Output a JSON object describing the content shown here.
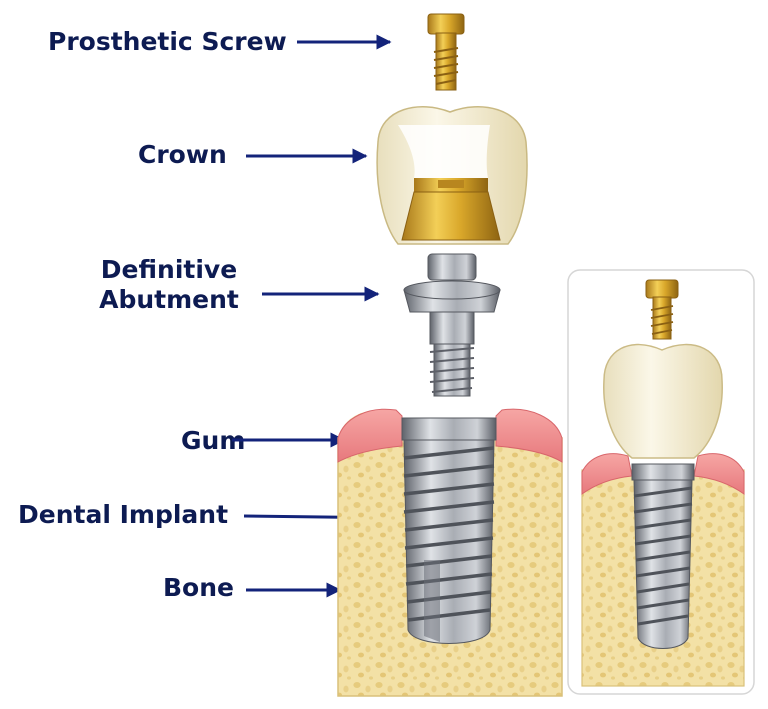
{
  "labels": {
    "prosthetic_screw": "Prosthetic Screw",
    "crown": "Crown",
    "definitive_line1": "Definitive",
    "definitive_line2": "Abutment",
    "gum": "Gum",
    "dental_implant": "Dental Implant",
    "bone": "Bone"
  },
  "colors": {
    "label_text": "#0d1b52",
    "arrow": "#13237a",
    "gold": "#d9a72a",
    "gold_dark": "#a8781a",
    "titanium": "#a9adb4",
    "titanium_dark": "#6c7078",
    "crown_enamel": "#f4eed6",
    "gum": "#ee8f90",
    "bone": "#f3e1a6",
    "bone_pore": "#e8cf85"
  },
  "icons": {
    "screw": "gold-screw-icon",
    "crown": "crown-icon",
    "abutment": "abutment-icon",
    "implant": "implant-icon",
    "bone": "bone-block-icon"
  }
}
